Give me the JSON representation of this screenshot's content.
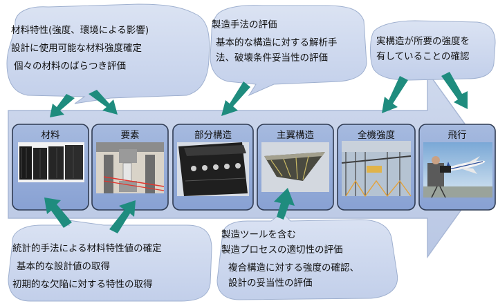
{
  "colors": {
    "bubble_fill": "#c9d6ee",
    "bubble_stroke": "#9fb0cf",
    "box_fill": "#8fa8d8",
    "box_stroke": "#2f3b52",
    "banner_fill": "#c5d1e8",
    "arrow_teal": "#1f8c7e"
  },
  "bubbles": {
    "top_left": {
      "lines": [
        "材料特性(強度、環境による影響)",
        "設計に使用可能な材料強度確定",
        "個々の材料のばらつき評価"
      ]
    },
    "top_middle": {
      "title": "製造手法の評価",
      "lines": [
        "基本的な構造に対する解析手",
        "法、破壊条件妥当性の評価"
      ]
    },
    "top_right": {
      "lines": [
        "実構造が所要の強度を",
        "有していることの確認"
      ]
    },
    "bottom_left": {
      "lines": [
        "統計的手法による材料特性値の確定",
        "基本的な設計値の取得",
        "初期的な欠陥に対する特性の取得"
      ]
    },
    "bottom_right": {
      "lines": [
        "製造ツールを含む",
        "製造プロセスの適切性の評価",
        "複合構造に対する強度の確認、",
        "設計の妥当性の評価"
      ]
    }
  },
  "stages": [
    {
      "label": "材料",
      "image": "carbon-fiber-spools"
    },
    {
      "label": "要素",
      "image": "coupon-test-rig"
    },
    {
      "label": "部分構造",
      "image": "stiffened-panel"
    },
    {
      "label": "主翼構造",
      "image": "wing-box-section"
    },
    {
      "label": "全機強度",
      "image": "full-scale-test-frame"
    },
    {
      "label": "飛行",
      "image": "airliner-flight-test"
    }
  ]
}
